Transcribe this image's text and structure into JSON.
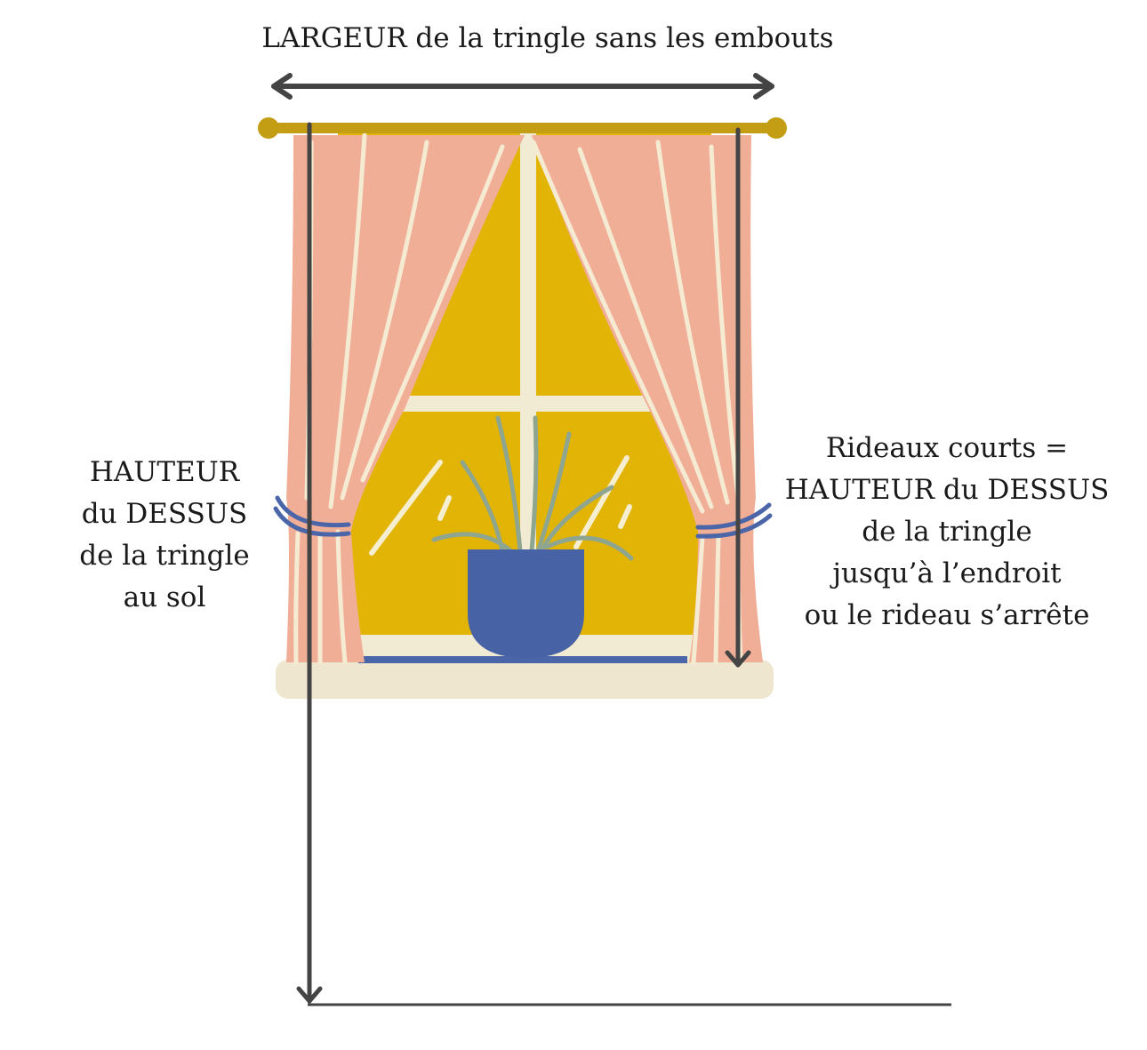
{
  "width_label": "LARGEUR de la tringle sans les embouts",
  "left_label": [
    "HAUTEUR",
    "du DESSUS",
    "de la tringle",
    "au sol"
  ],
  "right_label": [
    "Rideaux courts =",
    "HAUTEUR du DESSUS",
    "de la tringle",
    "jusqu’à l’endroit",
    "ou le rideau s’arrête"
  ],
  "colors": {
    "rod": "#c39d14",
    "curtain": "#f1ae97",
    "curtain_stripe": "#f5ebd3",
    "window_glass": "#e2b406",
    "window_frame": "#f2ebd4",
    "sill": "#efe6cf",
    "tieback": "#4a65a8",
    "pot": "#4763a6",
    "plant": "#8ea58f",
    "arrow": "#444444"
  }
}
